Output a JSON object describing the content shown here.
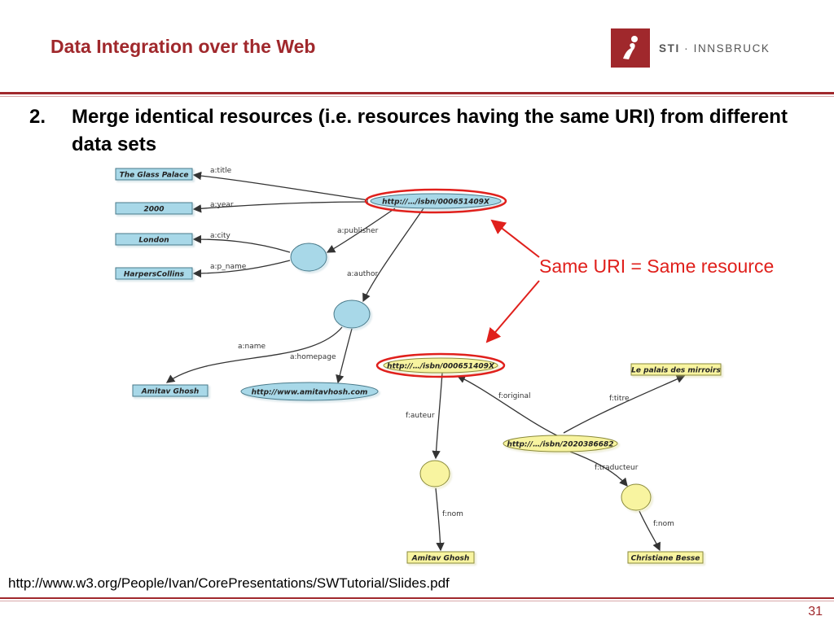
{
  "slide": {
    "title": "Data Integration over the Web",
    "logo": {
      "text_bold": "STI",
      "text_rest": " · INNSBRUCK"
    },
    "point_number": "2.",
    "point_text": "Merge identical resources (i.e. resources having the same URI) from different data sets",
    "callout": "Same URI = Same resource",
    "source_url": "http://www.w3.org/People/Ivan/CorePresentations/SWTutorial/Slides.pdf",
    "page_number": "31"
  },
  "colors": {
    "brand": "#a0282c",
    "callout": "#e0201c",
    "blue_node": "#a8d8e8",
    "yellow_node": "#f8f4a0"
  },
  "graph1": {
    "uri": "http://…/isbn/000651409X",
    "title": "The Glass Palace",
    "year": "2000",
    "city": "London",
    "publisher_name": "HarpersCollins",
    "author_name": "Amitav Ghosh",
    "homepage": "http://www.amitavhosh.com",
    "edges": {
      "title": "a:title",
      "year": "a:year",
      "city": "a:city",
      "p_name": "a:p_name",
      "publisher": "a:publisher",
      "author": "a:author",
      "name": "a:name",
      "homepage": "a:homepage"
    }
  },
  "graph2": {
    "uri": "http://…/isbn/000651409X",
    "uri_fr": "http://…/isbn/2020386682",
    "titre": "Le palais des mirroirs",
    "author_name": "Amitav Ghosh",
    "translator_name": "Christiane Besse",
    "edges": {
      "original": "f:original",
      "titre": "f:titre",
      "auteur": "f:auteur",
      "traducteur": "f:traducteur",
      "nom1": "f:nom",
      "nom2": "f:nom"
    }
  }
}
